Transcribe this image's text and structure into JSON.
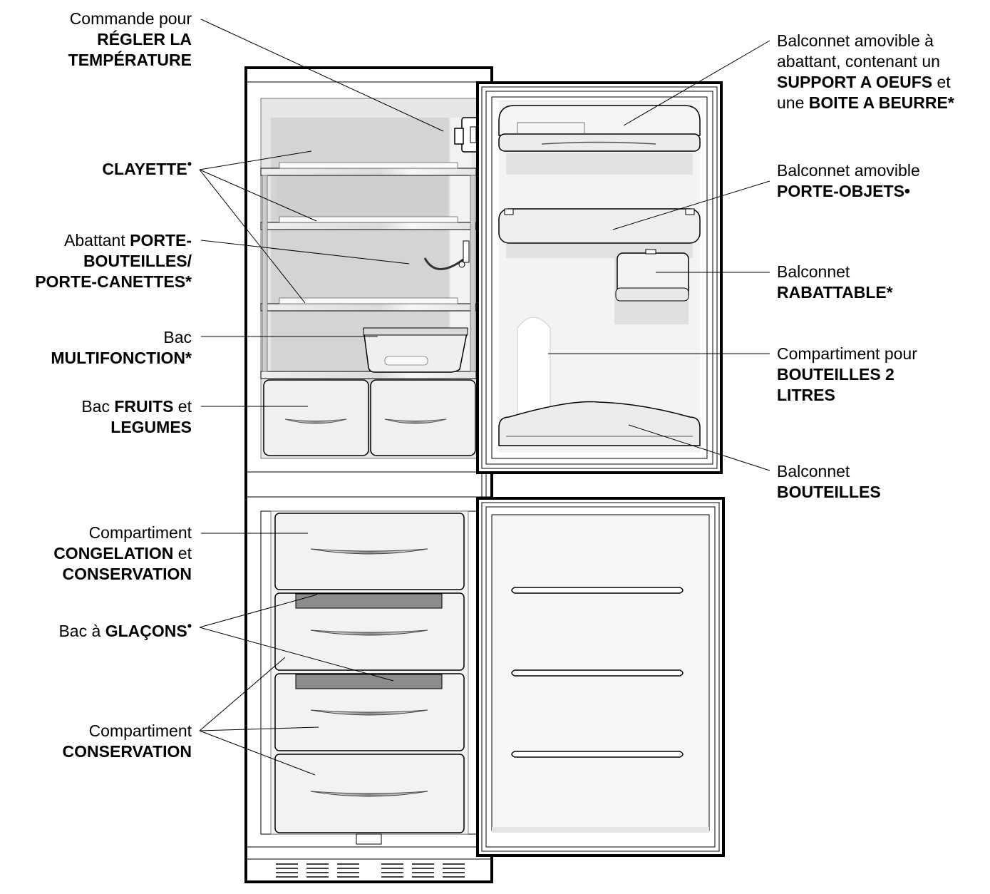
{
  "labels": {
    "temp_control": {
      "l1": "Commande pour",
      "l2": "RÉGLER LA",
      "l3": "TEMPÉRATURE"
    },
    "shelf": {
      "text": "CLAYETTE",
      "mark": "•"
    },
    "bottle_flap": {
      "l1a": "Abattant ",
      "l1b": "PORTE-",
      "l2": "BOUTEILLES/",
      "l3": "PORTE-CANETTES*"
    },
    "multi_tray": {
      "l1": "Bac",
      "l2": "MULTIFONCTION*"
    },
    "crisper": {
      "l1a": "Bac ",
      "l1b": "FRUITS",
      "l1c": " et",
      "l2": "LEGUMES"
    },
    "freeze_compartment": {
      "l1": "Compartiment",
      "l2a": "CONGELATION",
      "l2b": " et",
      "l3": "CONSERVATION"
    },
    "ice_tray": {
      "a": "Bac à ",
      "b": "GLAÇONS",
      "mark": "•"
    },
    "storage_compartment": {
      "l1": "Compartiment",
      "l2": "CONSERVATION"
    },
    "egg_balcony": {
      "l1": "Balconnet amovible à",
      "l2": "abattant, contenant un",
      "l3a": "SUPPORT A OEUFS",
      "l3b": " et",
      "l4a": "une ",
      "l4b": "BOITE A BEURRE*"
    },
    "object_balcony": {
      "l1": "Balconnet amovible",
      "l2": "PORTE-OBJETS•"
    },
    "folding_balcony": {
      "l1": "Balconnet",
      "l2": "RABATTABLE*"
    },
    "two_liter": {
      "l1": "Compartiment pour",
      "l2": "BOUTEILLES 2",
      "l3": "LITRES"
    },
    "bottle_balcony": {
      "l1": "Balconnet",
      "l2": "BOUTEILLES"
    }
  }
}
